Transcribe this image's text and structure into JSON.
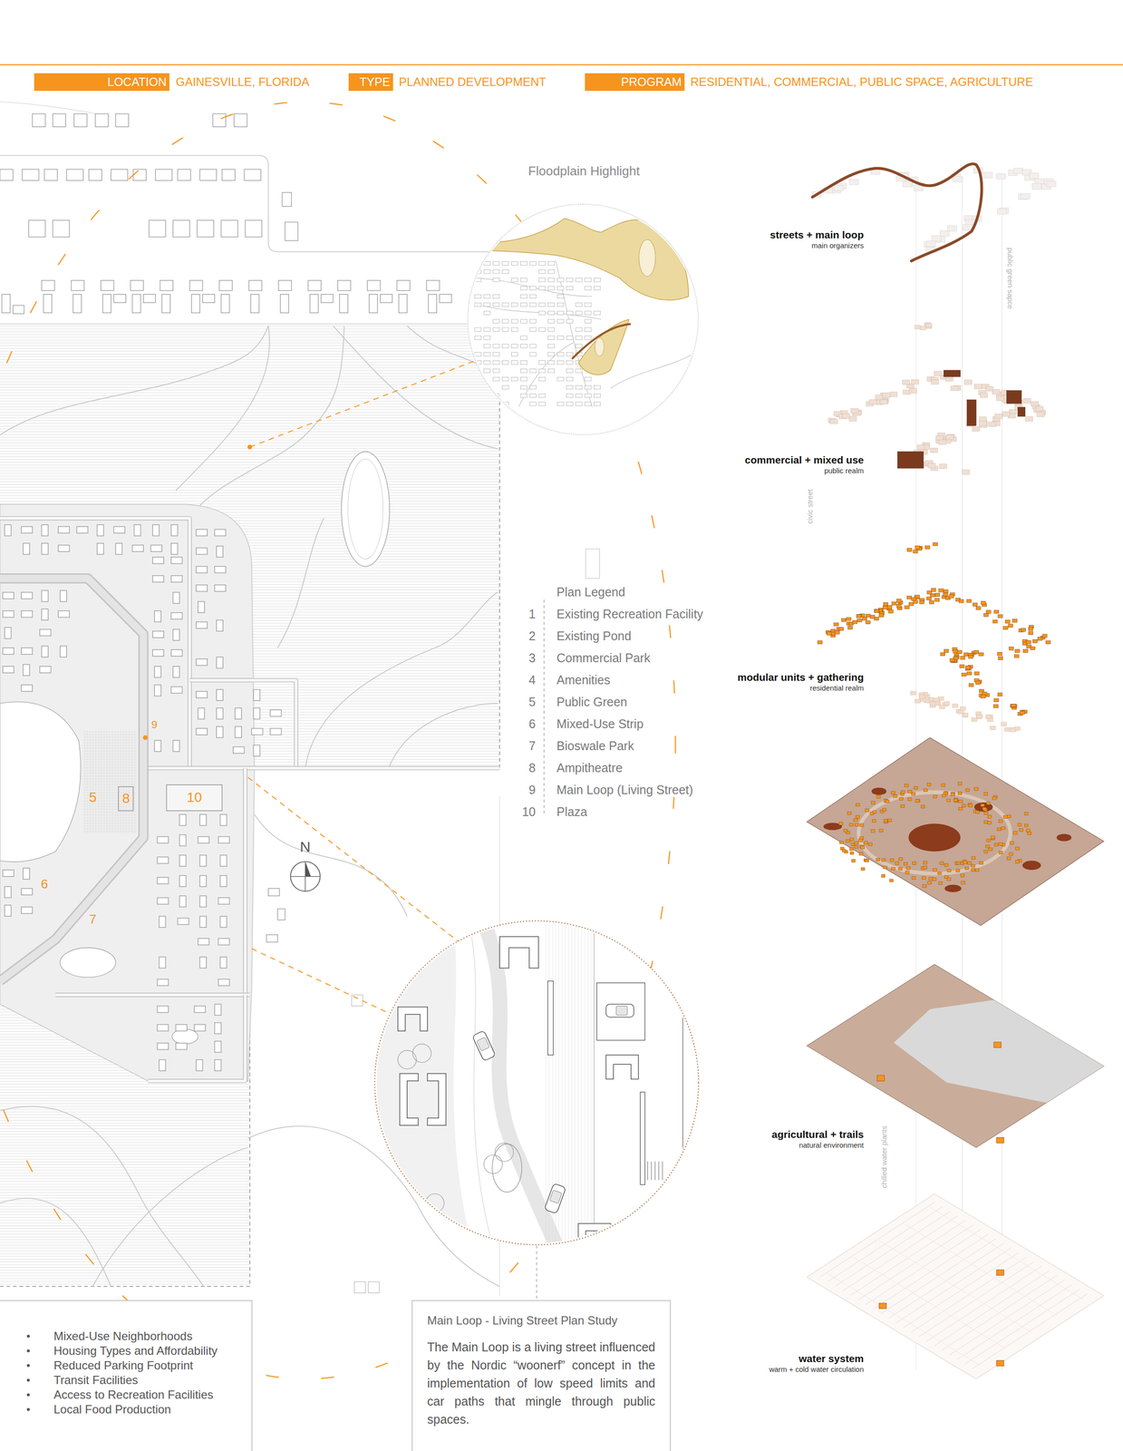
{
  "diagram": {
    "nodes": [
      {
        "text": [
          "LOCATION"
        ]
      },
      {
        "text": [
          "TYPE"
        ]
      },
      {
        "text": [
          "PROGRAM"
        ]
      },
      {
        "text": [
          "Floodplain Highlight"
        ]
      },
      {
        "text": [
          "Mixed-Use Neighborhoods",
          "Housing Types and Affordability",
          "Reduced Parking Footprint",
          "Transit Facilities",
          "Access to Recreation Facilities",
          "Local Food Production"
        ]
      },
      {
        "text": [
          "Main Loop - Living Street Plan Study",
          "The Main Loop is a living street influenced by the Nordic “woonerf” concept in the implementation of low speed limits and car paths that mingle through public spaces."
        ]
      }
    ],
    "labels": [
      "GAINESVILLE, FLORIDA",
      "PLANNED DEVELOPMENT",
      "RESIDENTIAL, COMMERCIAL, PUBLIC SPACE, AGRICULTURE",
      "Plan Legend",
      "1",
      "2",
      "3",
      "4",
      "5",
      "6",
      "7",
      "8",
      "9",
      "10",
      "9",
      "5",
      "8",
      "10",
      "6",
      "7",
      "N",
      "streets + main loop",
      "main organizers",
      "commercial + mixed use",
      "public realm",
      "modular units + gathering",
      "residential realm",
      "agricultural + trails",
      "natural environment",
      "water system",
      "warm + cold water circulation",
      "public green sapce",
      "civic street",
      "chilled water plants"
    ],
    "legend": [
      {
        "text": "Existing Recreation Facility"
      },
      {
        "text": "Existing Pond"
      },
      {
        "text": "Commercial Park"
      },
      {
        "text": "Amenities"
      },
      {
        "text": "Public Green"
      },
      {
        "text": "Mixed-Use Strip"
      },
      {
        "text": "Bioswale Park"
      },
      {
        "text": "Ampitheatre"
      },
      {
        "text": "Main Loop (Living Street)"
      },
      {
        "text": "Plaza"
      }
    ]
  }
}
